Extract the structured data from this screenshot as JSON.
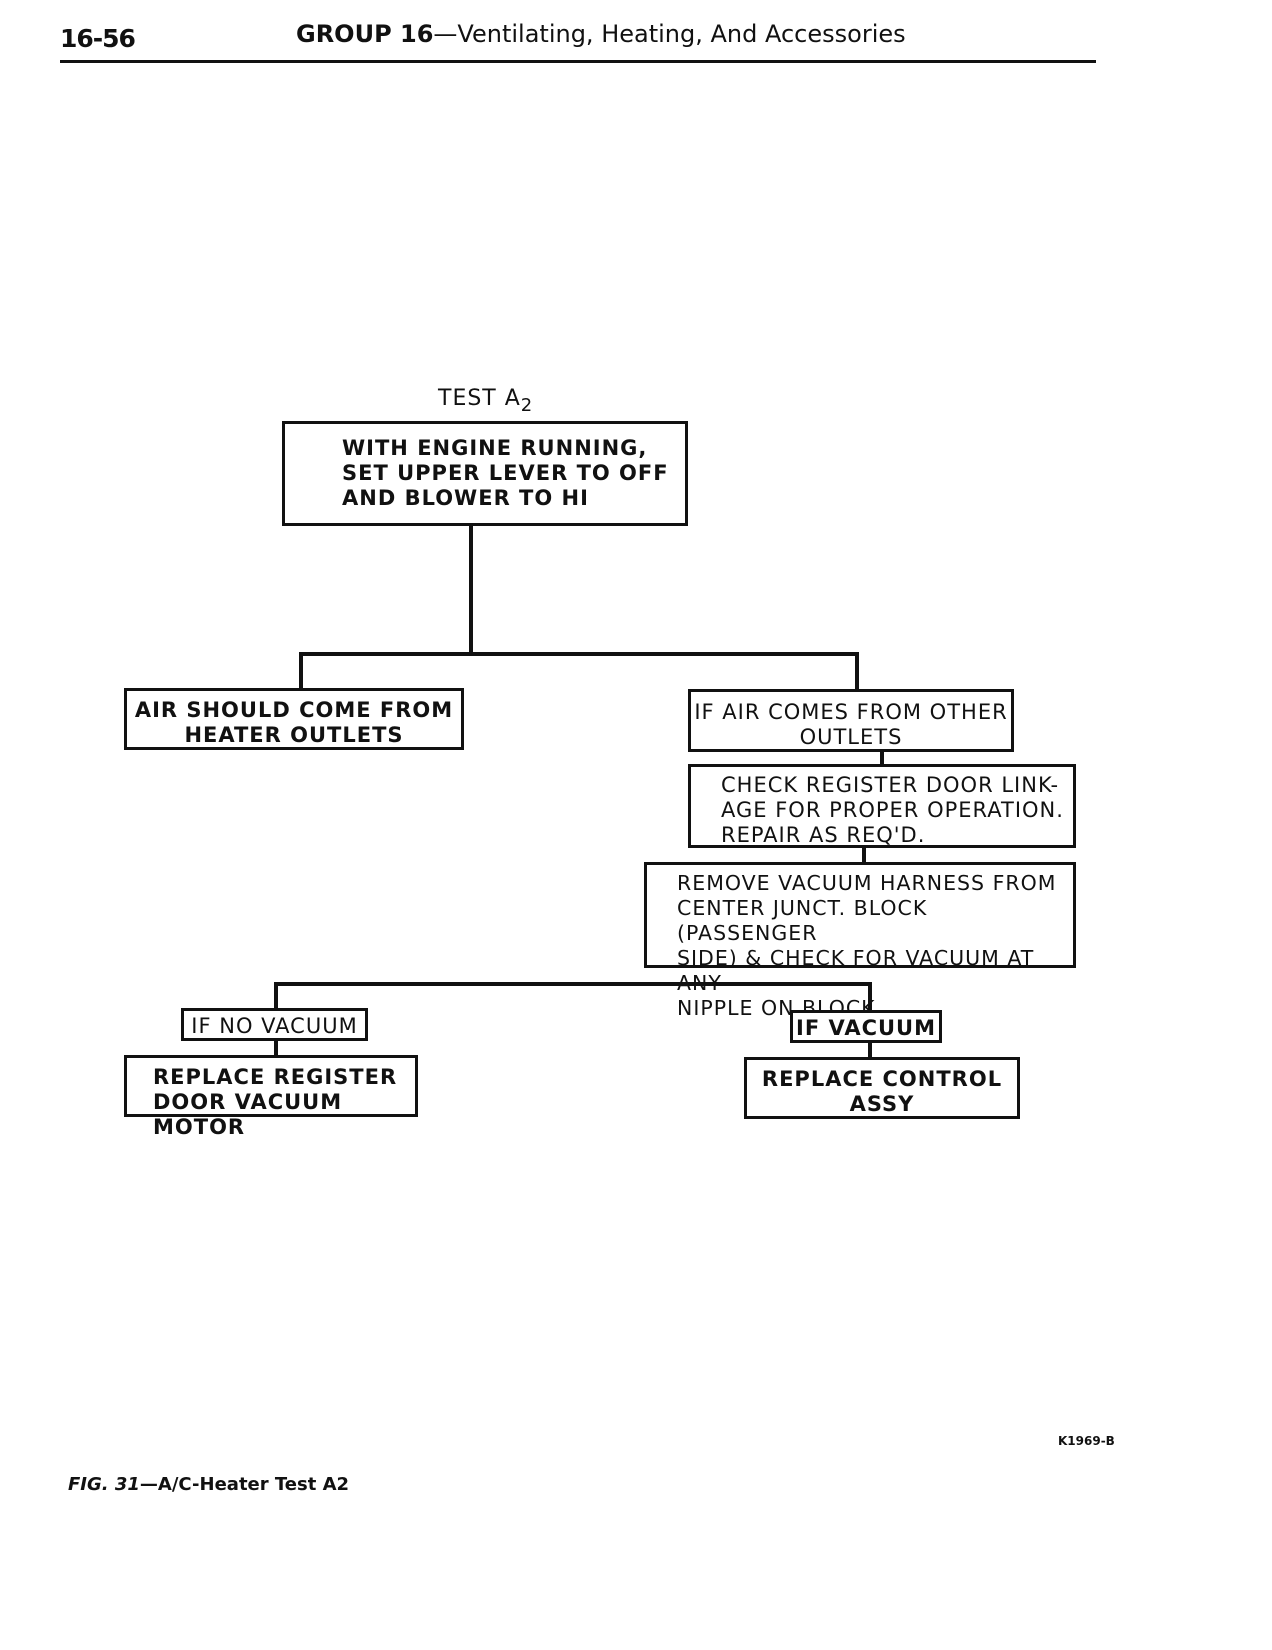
{
  "header": {
    "page_number": "16-56",
    "group_label": "GROUP 16",
    "group_title": "—Ventilating, Heating, And Accessories"
  },
  "flowchart": {
    "test_label": "TEST A",
    "test_subscript": "2",
    "start": "WITH ENGINE RUNNING,\nSET UPPER LEVER TO OFF\nAND BLOWER TO HI",
    "left_branch": "AIR SHOULD COME FROM\nHEATER OUTLETS",
    "right_branch": "IF AIR COMES FROM OTHER\nOUTLETS",
    "check_linkage": "CHECK REGISTER DOOR LINK-\nAGE FOR PROPER OPERATION.\nREPAIR AS REQ'D.",
    "remove_harness": "REMOVE VACUUM HARNESS FROM\nCENTER JUNCT. BLOCK (PASSENGER\nSIDE) & CHECK FOR VACUUM AT ANY\nNIPPLE ON BLOCK.",
    "if_no_vacuum": "IF NO VACUUM",
    "if_vacuum": "IF VACUUM",
    "replace_motor": "REPLACE REGISTER\nDOOR VACUUM MOTOR",
    "replace_control": "REPLACE CONTROL\nASSY"
  },
  "figure_id": "K1969-B",
  "caption": {
    "fig_number": "FIG. 31",
    "text": "—A/C-Heater Test A2"
  }
}
